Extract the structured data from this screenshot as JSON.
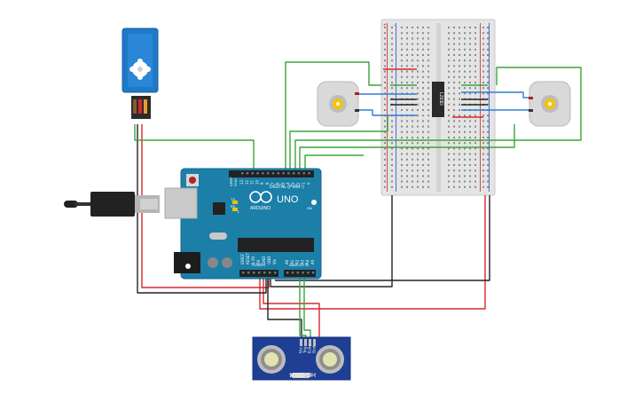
{
  "arduino": {
    "logo_text": "ARDUINO",
    "model": "UNO",
    "digital_label": "DIGITAL (PWM~)",
    "power_label": "POWER",
    "analog_label": "ANALOG IN",
    "aref_label": "AREF",
    "gnd_label": "GND",
    "tx_label": "TX",
    "rx_label": "RX",
    "on_label": "ON",
    "l_label": "L",
    "digital_pins": [
      "13",
      "12",
      "11",
      "10",
      "9",
      "8",
      "7",
      "6",
      "5",
      "4",
      "3",
      "2",
      "1",
      "0"
    ],
    "power_pins": [
      "IOREF",
      "RESET",
      "3.3V",
      "5V",
      "GND",
      "GND",
      "Vin"
    ],
    "analog_pins": [
      "A0",
      "A1",
      "A2",
      "A3",
      "A4",
      "A5"
    ]
  },
  "motor_driver": {
    "part_label": "L293D"
  },
  "ultrasonic_sensor": {
    "model": "HC-SR04",
    "pin_labels": [
      "Vcc",
      "Trig",
      "Echo",
      "Gnd"
    ]
  },
  "breadboard": {
    "plus_label": "+",
    "minus_label": "-"
  },
  "wire_colors": {
    "red": "#d9262b",
    "black": "#222222",
    "green": "#3aa53a",
    "blue": "#2f7fd0"
  }
}
